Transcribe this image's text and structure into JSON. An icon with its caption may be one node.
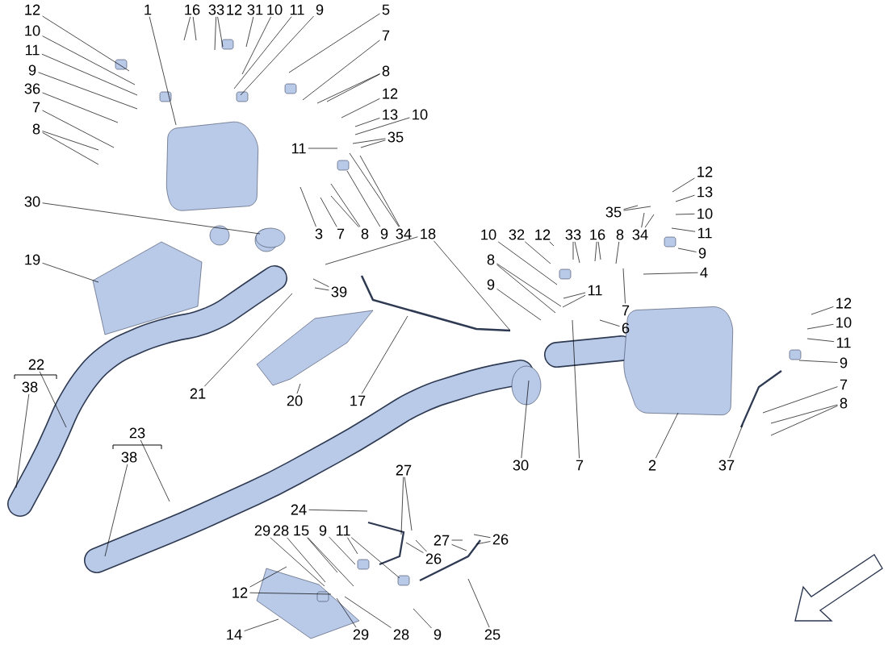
{
  "diagram": {
    "nodes": [
      {
        "text": [
          "12"
        ]
      },
      {
        "text": [
          "10"
        ]
      },
      {
        "text": [
          "11"
        ]
      },
      {
        "text": [
          "9"
        ]
      },
      {
        "text": [
          "36"
        ]
      },
      {
        "text": [
          "7"
        ]
      },
      {
        "text": [
          "8"
        ]
      },
      {
        "text": [
          "1"
        ]
      },
      {
        "text": [
          "16"
        ]
      },
      {
        "text": [
          "33"
        ]
      },
      {
        "text": [
          "31"
        ]
      },
      {
        "text": [
          "10"
        ]
      },
      {
        "text": [
          "11"
        ]
      },
      {
        "text": [
          "9"
        ]
      },
      {
        "text": [
          "5"
        ]
      },
      {
        "text": [
          "7"
        ]
      },
      {
        "text": [
          "8"
        ]
      },
      {
        "text": [
          "12"
        ]
      },
      {
        "text": [
          "13"
        ]
      },
      {
        "text": [
          "10"
        ]
      },
      {
        "text": [
          "11"
        ]
      },
      {
        "text": [
          "35"
        ]
      },
      {
        "text": [
          "3"
        ]
      },
      {
        "text": [
          "7"
        ]
      },
      {
        "text": [
          "8"
        ]
      },
      {
        "text": [
          "9"
        ]
      },
      {
        "text": [
          "34"
        ]
      },
      {
        "text": [
          "18"
        ]
      },
      {
        "text": [
          "30"
        ]
      },
      {
        "text": [
          "19"
        ]
      },
      {
        "text": [
          "39"
        ]
      },
      {
        "text": [
          "21"
        ]
      },
      {
        "text": [
          "20"
        ]
      },
      {
        "text": [
          "17"
        ]
      },
      {
        "text": [
          "22"
        ]
      },
      {
        "text": [
          "38"
        ]
      },
      {
        "text": [
          "23"
        ]
      },
      {
        "text": [
          "38"
        ]
      },
      {
        "text": [
          "10"
        ]
      },
      {
        "text": [
          "32"
        ]
      },
      {
        "text": [
          "12"
        ]
      },
      {
        "text": [
          "33"
        ]
      },
      {
        "text": [
          "16"
        ]
      },
      {
        "text": [
          "8"
        ]
      },
      {
        "text": [
          "35"
        ]
      },
      {
        "text": [
          "34"
        ]
      },
      {
        "text": [
          "12"
        ]
      },
      {
        "text": [
          "13"
        ]
      },
      {
        "text": [
          "10"
        ]
      },
      {
        "text": [
          "11"
        ]
      },
      {
        "text": [
          "9"
        ]
      },
      {
        "text": [
          "4"
        ]
      },
      {
        "text": [
          "7"
        ]
      },
      {
        "text": [
          "11"
        ]
      },
      {
        "text": [
          "6"
        ]
      },
      {
        "text": [
          "8"
        ]
      },
      {
        "text": [
          "9"
        ]
      },
      {
        "text": [
          "12"
        ]
      },
      {
        "text": [
          "10"
        ]
      },
      {
        "text": [
          "11"
        ]
      },
      {
        "text": [
          "9"
        ]
      },
      {
        "text": [
          "7"
        ]
      },
      {
        "text": [
          "8"
        ]
      },
      {
        "text": [
          "37"
        ]
      },
      {
        "text": [
          "2"
        ]
      },
      {
        "text": [
          "7"
        ]
      },
      {
        "text": [
          "30"
        ]
      },
      {
        "text": [
          "27"
        ]
      },
      {
        "text": [
          "24"
        ]
      },
      {
        "text": [
          "26"
        ]
      },
      {
        "text": [
          "27"
        ]
      },
      {
        "text": [
          "26"
        ]
      },
      {
        "text": [
          "29"
        ]
      },
      {
        "text": [
          "28"
        ]
      },
      {
        "text": [
          "15"
        ]
      },
      {
        "text": [
          "9"
        ]
      },
      {
        "text": [
          "11"
        ]
      },
      {
        "text": [
          "12"
        ]
      },
      {
        "text": [
          "29"
        ]
      },
      {
        "text": [
          "28"
        ]
      },
      {
        "text": [
          "9"
        ]
      },
      {
        "text": [
          "25"
        ]
      },
      {
        "text": [
          "14"
        ]
      }
    ],
    "edges": [
      {
        "from": 0,
        "to": null,
        "arrow": "none"
      },
      {
        "from": 1,
        "to": null,
        "arrow": "none"
      },
      {
        "from": 2,
        "to": null,
        "arrow": "none"
      },
      {
        "from": 3,
        "to": null,
        "arrow": "none"
      },
      {
        "from": 4,
        "to": null,
        "arrow": "none"
      },
      {
        "from": 5,
        "to": null,
        "arrow": "none"
      },
      {
        "from": 6,
        "to": null,
        "arrow": "none"
      },
      {
        "from": 6,
        "to": null,
        "arrow": "none"
      },
      {
        "from": 7,
        "to": null,
        "arrow": "none"
      },
      {
        "from": 8,
        "to": null,
        "arrow": "none"
      },
      {
        "from": 8,
        "to": null,
        "arrow": "none"
      },
      {
        "from": 9,
        "to": null,
        "arrow": "none"
      },
      {
        "from": 9,
        "to": null,
        "arrow": "none"
      },
      {
        "from": 10,
        "to": null,
        "arrow": "none"
      },
      {
        "from": 11,
        "to": null,
        "arrow": "none"
      },
      {
        "from": 12,
        "to": null,
        "arrow": "none"
      },
      {
        "from": 13,
        "to": null,
        "arrow": "none"
      },
      {
        "from": 14,
        "to": null,
        "arrow": "none"
      },
      {
        "from": 15,
        "to": null,
        "arrow": "none"
      },
      {
        "from": 16,
        "to": null,
        "arrow": "none"
      },
      {
        "from": 16,
        "to": null,
        "arrow": "none"
      },
      {
        "from": 17,
        "to": null,
        "arrow": "none"
      },
      {
        "from": 18,
        "to": null,
        "arrow": "none"
      },
      {
        "from": 19,
        "to": null,
        "arrow": "none"
      },
      {
        "from": 20,
        "to": null,
        "arrow": "none"
      },
      {
        "from": 21,
        "to": null,
        "arrow": "none"
      },
      {
        "from": 21,
        "to": null,
        "arrow": "none"
      },
      {
        "from": 22,
        "to": null,
        "arrow": "none"
      },
      {
        "from": 23,
        "to": null,
        "arrow": "none"
      },
      {
        "from": 24,
        "to": null,
        "arrow": "none"
      },
      {
        "from": 24,
        "to": null,
        "arrow": "none"
      },
      {
        "from": 25,
        "to": null,
        "arrow": "none"
      },
      {
        "from": 26,
        "to": null,
        "arrow": "none"
      },
      {
        "from": 26,
        "to": null,
        "arrow": "none"
      },
      {
        "from": 27,
        "to": null,
        "arrow": "none"
      },
      {
        "from": 27,
        "to": null,
        "arrow": "none"
      },
      {
        "from": 28,
        "to": null,
        "arrow": "none"
      },
      {
        "from": 29,
        "to": null,
        "arrow": "none"
      },
      {
        "from": 30,
        "to": null,
        "arrow": "none"
      },
      {
        "from": 30,
        "to": null,
        "arrow": "none"
      },
      {
        "from": 31,
        "to": null,
        "arrow": "none"
      },
      {
        "from": 32,
        "to": null,
        "arrow": "none"
      },
      {
        "from": 33,
        "to": null,
        "arrow": "none"
      },
      {
        "from": 34,
        "to": null,
        "arrow": "none"
      },
      {
        "from": 35,
        "to": null,
        "arrow": "none"
      },
      {
        "from": 36,
        "to": null,
        "arrow": "none"
      },
      {
        "from": 37,
        "to": null,
        "arrow": "none"
      },
      {
        "from": 38,
        "to": null,
        "arrow": "none"
      },
      {
        "from": 39,
        "to": null,
        "arrow": "none"
      },
      {
        "from": 40,
        "to": null,
        "arrow": "none"
      },
      {
        "from": 41,
        "to": null,
        "arrow": "none"
      },
      {
        "from": 41,
        "to": null,
        "arrow": "none"
      },
      {
        "from": 42,
        "to": null,
        "arrow": "none"
      },
      {
        "from": 42,
        "to": null,
        "arrow": "none"
      },
      {
        "from": 43,
        "to": null,
        "arrow": "none"
      },
      {
        "from": 44,
        "to": null,
        "arrow": "none"
      },
      {
        "from": 44,
        "to": null,
        "arrow": "none"
      },
      {
        "from": 45,
        "to": null,
        "arrow": "none"
      },
      {
        "from": 45,
        "to": null,
        "arrow": "none"
      },
      {
        "from": 46,
        "to": null,
        "arrow": "none"
      },
      {
        "from": 47,
        "to": null,
        "arrow": "none"
      },
      {
        "from": 48,
        "to": null,
        "arrow": "none"
      },
      {
        "from": 49,
        "to": null,
        "arrow": "none"
      },
      {
        "from": 50,
        "to": null,
        "arrow": "none"
      },
      {
        "from": 51,
        "to": null,
        "arrow": "none"
      },
      {
        "from": 52,
        "to": null,
        "arrow": "none"
      },
      {
        "from": 53,
        "to": null,
        "arrow": "none"
      },
      {
        "from": 53,
        "to": null,
        "arrow": "none"
      },
      {
        "from": 54,
        "to": null,
        "arrow": "none"
      },
      {
        "from": 55,
        "to": null,
        "arrow": "none"
      },
      {
        "from": 55,
        "to": null,
        "arrow": "none"
      },
      {
        "from": 56,
        "to": null,
        "arrow": "none"
      },
      {
        "from": 57,
        "to": null,
        "arrow": "none"
      },
      {
        "from": 58,
        "to": null,
        "arrow": "none"
      },
      {
        "from": 59,
        "to": null,
        "arrow": "none"
      },
      {
        "from": 60,
        "to": null,
        "arrow": "none"
      },
      {
        "from": 61,
        "to": null,
        "arrow": "none"
      },
      {
        "from": 62,
        "to": null,
        "arrow": "none"
      },
      {
        "from": 62,
        "to": null,
        "arrow": "none"
      },
      {
        "from": 63,
        "to": null,
        "arrow": "none"
      },
      {
        "from": 64,
        "to": null,
        "arrow": "none"
      },
      {
        "from": 65,
        "to": null,
        "arrow": "none"
      },
      {
        "from": 66,
        "to": null,
        "arrow": "none"
      },
      {
        "from": 67,
        "to": null,
        "arrow": "none"
      },
      {
        "from": 67,
        "to": null,
        "arrow": "none"
      },
      {
        "from": 68,
        "to": null,
        "arrow": "none"
      },
      {
        "from": 69,
        "to": null,
        "arrow": "none"
      },
      {
        "from": 69,
        "to": null,
        "arrow": "none"
      },
      {
        "from": 70,
        "to": null,
        "arrow": "none"
      },
      {
        "from": 70,
        "to": null,
        "arrow": "none"
      },
      {
        "from": 71,
        "to": null,
        "arrow": "none"
      },
      {
        "from": 71,
        "to": null,
        "arrow": "none"
      },
      {
        "from": 72,
        "to": null,
        "arrow": "none"
      },
      {
        "from": 73,
        "to": null,
        "arrow": "none"
      },
      {
        "from": 74,
        "to": null,
        "arrow": "none"
      },
      {
        "from": 74,
        "to": null,
        "arrow": "none"
      },
      {
        "from": 75,
        "to": null,
        "arrow": "none"
      },
      {
        "from": 76,
        "to": null,
        "arrow": "none"
      },
      {
        "from": 76,
        "to": null,
        "arrow": "none"
      },
      {
        "from": 77,
        "to": null,
        "arrow": "none"
      },
      {
        "from": 77,
        "to": null,
        "arrow": "none"
      },
      {
        "from": 78,
        "to": null,
        "arrow": "none"
      },
      {
        "from": 79,
        "to": null,
        "arrow": "none"
      },
      {
        "from": 80,
        "to": null,
        "arrow": "none"
      },
      {
        "from": 81,
        "to": null,
        "arrow": "none"
      },
      {
        "from": 82,
        "to": null,
        "arrow": "none"
      }
    ],
    "labels": [
      "12"
    ]
  }
}
